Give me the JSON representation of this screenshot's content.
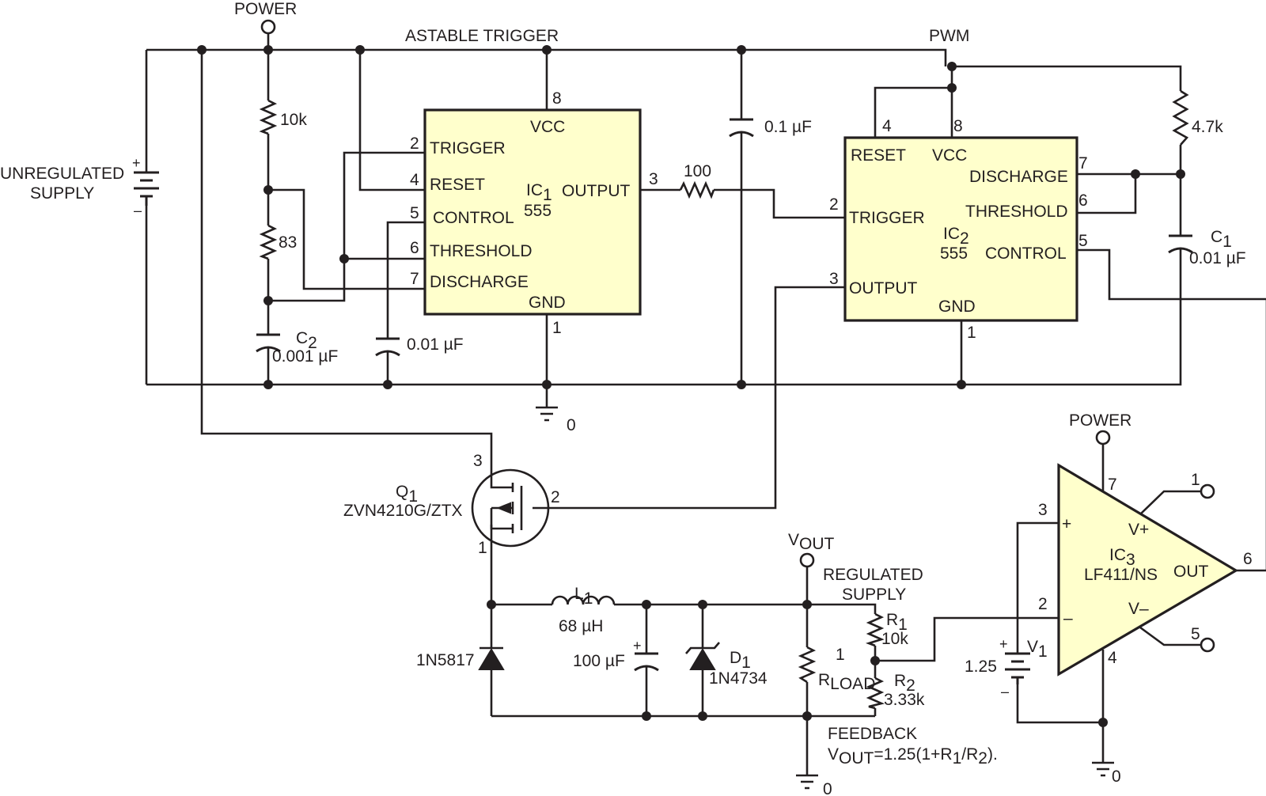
{
  "labels": {
    "power_top": "POWER",
    "astable": "ASTABLE TRIGGER",
    "pwm": "PWM",
    "unreg_1": "UNREGULATED",
    "unreg_2": "SUPPLY",
    "plus": "+",
    "minus": "–",
    "gnd0": "0",
    "power_op": "POWER",
    "regulated_1": "REGULATED",
    "regulated_2": "SUPPLY",
    "feedback": "FEEDBACK",
    "formula_v": "V",
    "formula_sub": "OUT",
    "formula_rest": "=1.25(1+R",
    "formula_r1s": "1",
    "formula_slash": "/R",
    "formula_r2s": "2",
    "formula_end": ")."
  },
  "ic1": {
    "vcc": "VCC",
    "trigger": "TRIGGER",
    "reset": "RESET",
    "control": "CONTROL",
    "threshold": "THRESHOLD",
    "discharge": "DISCHARGE",
    "gnd": "GND",
    "output": "OUTPUT",
    "name": "IC",
    "name_sub": "1",
    "part": "555",
    "pins": {
      "p8": "8",
      "p2": "2",
      "p4": "4",
      "p5": "5",
      "p6": "6",
      "p7": "7",
      "p3": "3",
      "p1": "1"
    }
  },
  "ic2": {
    "reset": "RESET",
    "vcc": "VCC",
    "discharge": "DISCHARGE",
    "threshold": "THRESHOLD",
    "trigger": "TRIGGER",
    "control": "CONTROL",
    "output": "OUTPUT",
    "gnd": "GND",
    "name": "IC",
    "name_sub": "2",
    "part": "555",
    "pins": {
      "p4": "4",
      "p8": "8",
      "p7": "7",
      "p6": "6",
      "p2": "2",
      "p5": "5",
      "p3": "3",
      "p1": "1"
    }
  },
  "ic3": {
    "name": "IC",
    "name_sub": "3",
    "part": "LF411/NS",
    "vplus": "V+",
    "vminus": "V–",
    "out": "OUT",
    "in_plus": "+",
    "in_minus": "–",
    "pins": {
      "p7": "7",
      "p1": "1",
      "p3": "3",
      "p2": "2",
      "p6": "6",
      "p4": "4",
      "p5": "5"
    }
  },
  "components": {
    "r10k": "10k",
    "r83": "83",
    "c2_name": "C",
    "c2_sub": "2",
    "c2_value": "0.001 µF",
    "c_ctrl": "0.01 µF",
    "c_01": "0.1 µF",
    "r100": "100",
    "r47k": "4.7k",
    "c1_name": "C",
    "c1_sub": "1",
    "c1_value": "0.01 µF",
    "q1_name": "Q",
    "q1_sub": "1",
    "q1_part": "ZVN4210G/ZTX",
    "q1_p3": "3",
    "q1_p2": "2",
    "q1_p1": "1",
    "diode": "1N5817",
    "l1_name": "L",
    "l1_sub": "1",
    "l1_value": "68 µH",
    "c_out": "100 µF",
    "d1_name": "D",
    "d1_sub": "1",
    "d1_part": "1N4734",
    "vout": "V",
    "vout_sub": "OUT",
    "rload_num": "1",
    "rload": "R",
    "rload_sub": "LOAD",
    "r1_name": "R",
    "r1_sub": "1",
    "r1_value": "10k",
    "r2_name": "R",
    "r2_sub": "2",
    "r2_value": "3.33k",
    "v1_name": "V",
    "v1_sub": "1",
    "v1_value": "1.25"
  }
}
